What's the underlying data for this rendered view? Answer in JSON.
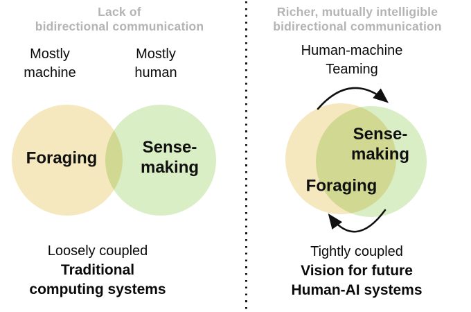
{
  "colors": {
    "yellow_circle": "#f5e8be",
    "green_circle": "#d9eec4",
    "header_gray": "#b4b4b4",
    "ink_black": "#111111"
  },
  "left_panel": {
    "header": {
      "line1": "Lack of",
      "line2": "bidirectional communication"
    },
    "machine_label": {
      "line1": "Mostly",
      "line2": "machine"
    },
    "human_label": {
      "line1": "Mostly",
      "line2": "human"
    },
    "venn": {
      "foraging": "Foraging",
      "sense_line1": "Sense-",
      "sense_line2": "making"
    },
    "caption": {
      "coupling": "Loosely coupled",
      "bold_line1": "Traditional",
      "bold_line2": "computing systems"
    }
  },
  "right_panel": {
    "header": {
      "line1": "Richer, mutually intelligible",
      "line2": "bidirectional communication"
    },
    "teaming_label": {
      "line1": "Human-machine",
      "line2": "Teaming"
    },
    "venn": {
      "foraging": "Foraging",
      "sense_line1": "Sense-",
      "sense_line2": "making"
    },
    "caption": {
      "coupling": "Tightly coupled",
      "bold_line1": "Vision for future",
      "bold_line2": "Human-AI systems"
    }
  }
}
